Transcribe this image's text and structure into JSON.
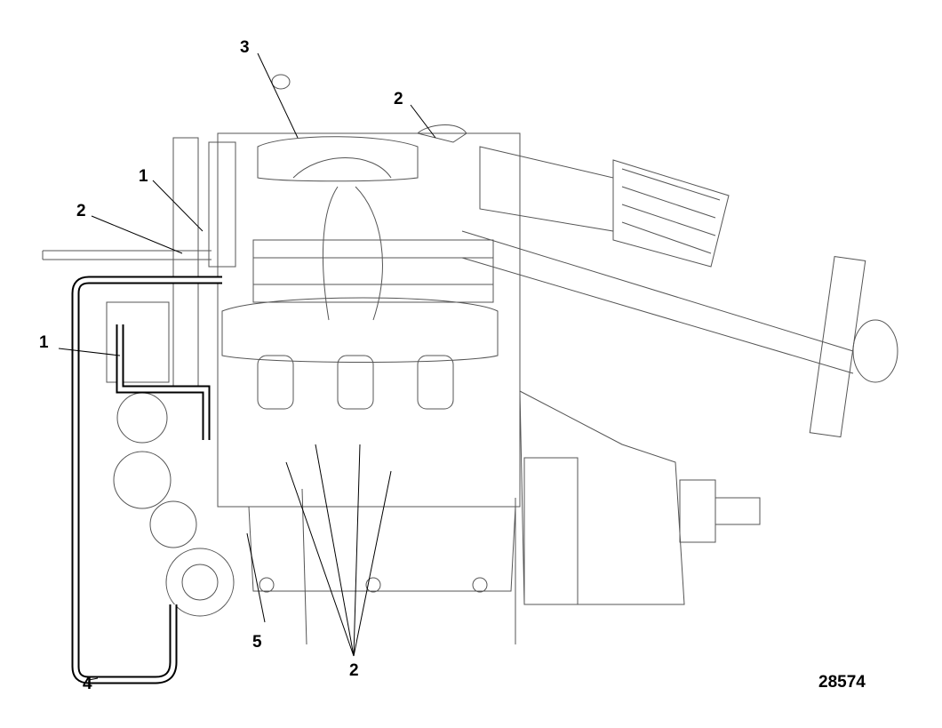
{
  "callouts": {
    "c1_top": "1",
    "c1_left": "1",
    "c2_left": "2",
    "c2_top": "2",
    "c2_bottom": "2",
    "c3": "3",
    "c4": "4",
    "c5": "5"
  },
  "figure_number": "28574",
  "colors": {
    "line": "#000000",
    "drawing": "#555555",
    "background": "#ffffff"
  }
}
